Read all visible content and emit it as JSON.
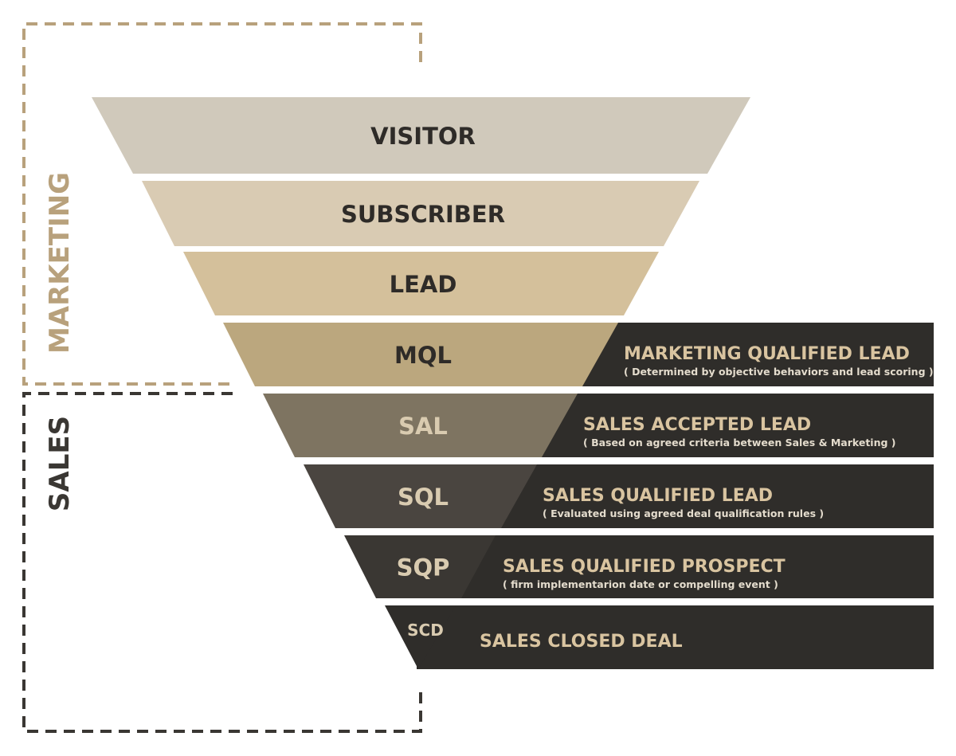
{
  "groups": {
    "marketing": {
      "label": "MARKETING",
      "color": "#b8a17c"
    },
    "sales": {
      "label": "SALES",
      "color": "#3a3733"
    }
  },
  "stages": [
    {
      "key": "visitor",
      "label": "VISITOR",
      "fill": "#d0c9bb",
      "label_color": "#2e2b28"
    },
    {
      "key": "subscriber",
      "label": "SUBSCRIBER",
      "fill": "#d9cbb3",
      "label_color": "#2e2b28"
    },
    {
      "key": "lead",
      "label": "LEAD",
      "fill": "#d4c09b",
      "label_color": "#2e2b28"
    },
    {
      "key": "mql",
      "label": "MQL",
      "fill": "#bba77e",
      "label_color": "#2e2b28",
      "title": "MARKETING QUALIFIED LEAD",
      "subtitle": "( Determined by objective behaviors and lead scoring )"
    },
    {
      "key": "sal",
      "label": "SAL",
      "fill": "#7e7461",
      "label_color": "#d9cbb0",
      "title": "SALES ACCEPTED LEAD",
      "subtitle": "( Based on agreed criteria between Sales & Marketing )"
    },
    {
      "key": "sql",
      "label": "SQL",
      "fill": "#4a4540",
      "label_color": "#d9cbb0",
      "title": "SALES QUALIFIED LEAD",
      "subtitle": "( Evaluated using agreed deal qualification rules )"
    },
    {
      "key": "sqp",
      "label": "SQP",
      "fill": "#3a3733",
      "label_color": "#d9cbb0",
      "title": "SALES QUALIFIED PROSPECT",
      "subtitle": "( firm implementarion date or compelling event )"
    },
    {
      "key": "scd",
      "label": "SCD",
      "fill": "#2f2d2a",
      "label_color": "#d9cbb0",
      "title": "SALES CLOSED DEAL",
      "subtitle": ""
    }
  ],
  "colors": {
    "band_dark": "#2f2d2a",
    "band_text": "#d9c4a0",
    "subtitle_text": "#e4dccd"
  }
}
